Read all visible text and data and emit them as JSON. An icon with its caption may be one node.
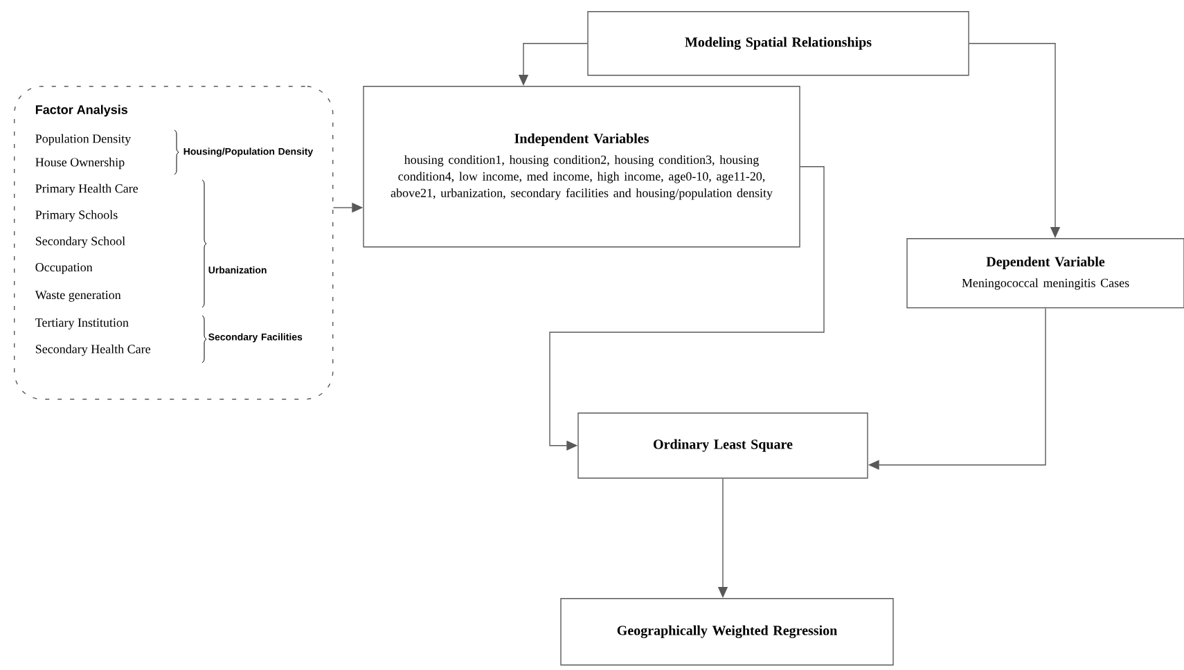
{
  "diagram": {
    "nodes": [
      {
        "text": [
          "Factor Analysis"
        ]
      },
      {
        "text": [
          "Modeling Spatial Relationships"
        ]
      },
      {
        "text": [
          "Independent Variables",
          "housing condition1, housing condition2, housing condition3, housing condition4,  low income, med income, high income, age0-10, age11-20, above21, urbanization, secondary facilities and housing/population density"
        ]
      },
      {
        "text": [
          "Dependent Variable",
          "Meningococcal meningitis Cases"
        ]
      },
      {
        "text": [
          "Ordinary Least Square"
        ]
      },
      {
        "text": [
          "Geographically Weighted Regression"
        ]
      }
    ],
    "edges": [
      {
        "from": 1,
        "to": 2,
        "arrow": "to"
      },
      {
        "from": 1,
        "to": 3,
        "arrow": "to"
      },
      {
        "from": 0,
        "to": 2,
        "arrow": "to"
      },
      {
        "from": 2,
        "to": 4,
        "arrow": "to"
      },
      {
        "from": 3,
        "to": 4,
        "arrow": "to"
      },
      {
        "from": 4,
        "to": 5,
        "arrow": "to"
      }
    ],
    "labels": [
      "Population Density",
      "House Ownership",
      "Housing/Population Density",
      "Primary Health Care",
      "Primary Schools",
      "Secondary School",
      "Occupation",
      "Waste generation",
      "Urbanization",
      "Tertiary Institution",
      "Secondary Health Care",
      "Secondary Facilities"
    ]
  }
}
